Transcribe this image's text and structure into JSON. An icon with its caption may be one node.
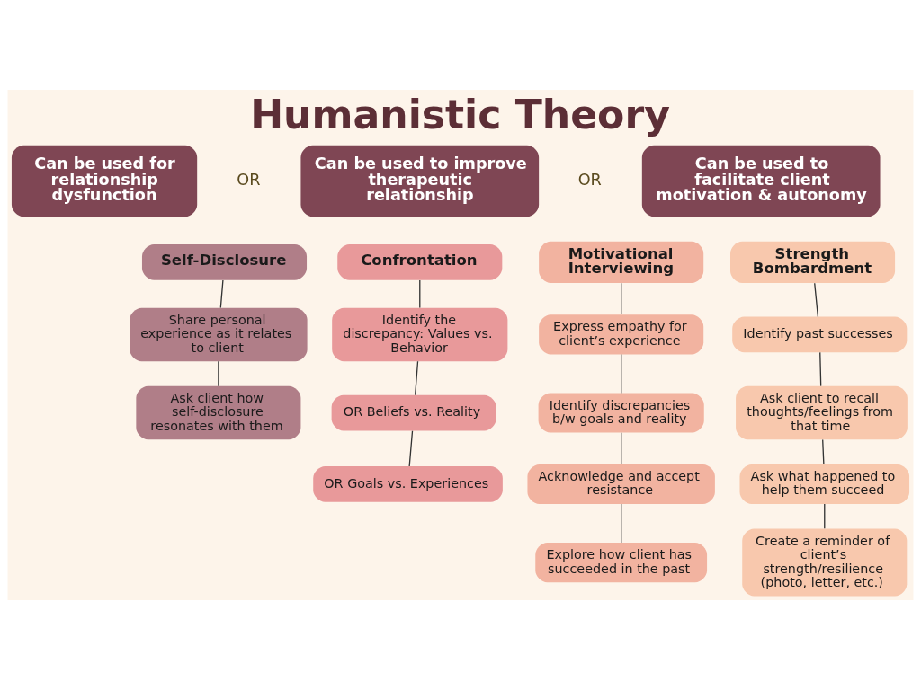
{
  "diagram": {
    "title": "Humanistic Theory",
    "nodes": [
      {
        "text": [
          "Can be used for relationship dysfunction"
        ]
      },
      {
        "text": [
          "Can be used to improve therapeutic relationship"
        ]
      },
      {
        "text": [
          "Can be used to facilitate client motivation & autonomy"
        ]
      },
      {
        "text": [
          "Self-Disclosure"
        ]
      },
      {
        "text": [
          "Share personal experience as it relates to client"
        ]
      },
      {
        "text": [
          "Ask client how self-disclosure resonates with them"
        ]
      },
      {
        "text": [
          "Confrontation"
        ]
      },
      {
        "text": [
          "Identify the discrepancy: Values vs. Behavior"
        ]
      },
      {
        "text": [
          "OR Beliefs vs. Reality"
        ]
      },
      {
        "text": [
          "OR Goals vs. Experiences"
        ]
      },
      {
        "text": [
          "Motivational Interviewing"
        ]
      },
      {
        "text": [
          "Express empathy for client’s experience"
        ]
      },
      {
        "text": [
          "Identify discrepancies b/w goals and reality"
        ]
      },
      {
        "text": [
          "Acknowledge and accept resistance"
        ]
      },
      {
        "text": [
          "Explore how client has succeeded in the past"
        ]
      },
      {
        "text": [
          "Strength Bombardment"
        ]
      },
      {
        "text": [
          "Identify past successes"
        ]
      },
      {
        "text": [
          "Ask client to recall thoughts/feelings from that time"
        ]
      },
      {
        "text": [
          "Ask what happened to help them succeed"
        ]
      },
      {
        "text": [
          "Create a reminder of client’s strength/resilience (photo, letter, etc.)"
        ]
      }
    ],
    "edges": [
      {
        "from": 3,
        "to": 4,
        "arrow": "none"
      },
      {
        "from": 4,
        "to": 5,
        "arrow": "none"
      },
      {
        "from": 6,
        "to": 7,
        "arrow": "none"
      },
      {
        "from": 7,
        "to": 8,
        "arrow": "none"
      },
      {
        "from": 8,
        "to": 9,
        "arrow": "none"
      },
      {
        "from": 10,
        "to": 11,
        "arrow": "none"
      },
      {
        "from": 11,
        "to": 12,
        "arrow": "none"
      },
      {
        "from": 12,
        "to": 13,
        "arrow": "none"
      },
      {
        "from": 13,
        "to": 14,
        "arrow": "none"
      },
      {
        "from": 15,
        "to": 16,
        "arrow": "none"
      },
      {
        "from": 16,
        "to": 17,
        "arrow": "none"
      },
      {
        "from": 17,
        "to": 18,
        "arrow": "none"
      },
      {
        "from": 18,
        "to": 19,
        "arrow": "none"
      }
    ],
    "labels": [
      "OR",
      "OR"
    ]
  }
}
